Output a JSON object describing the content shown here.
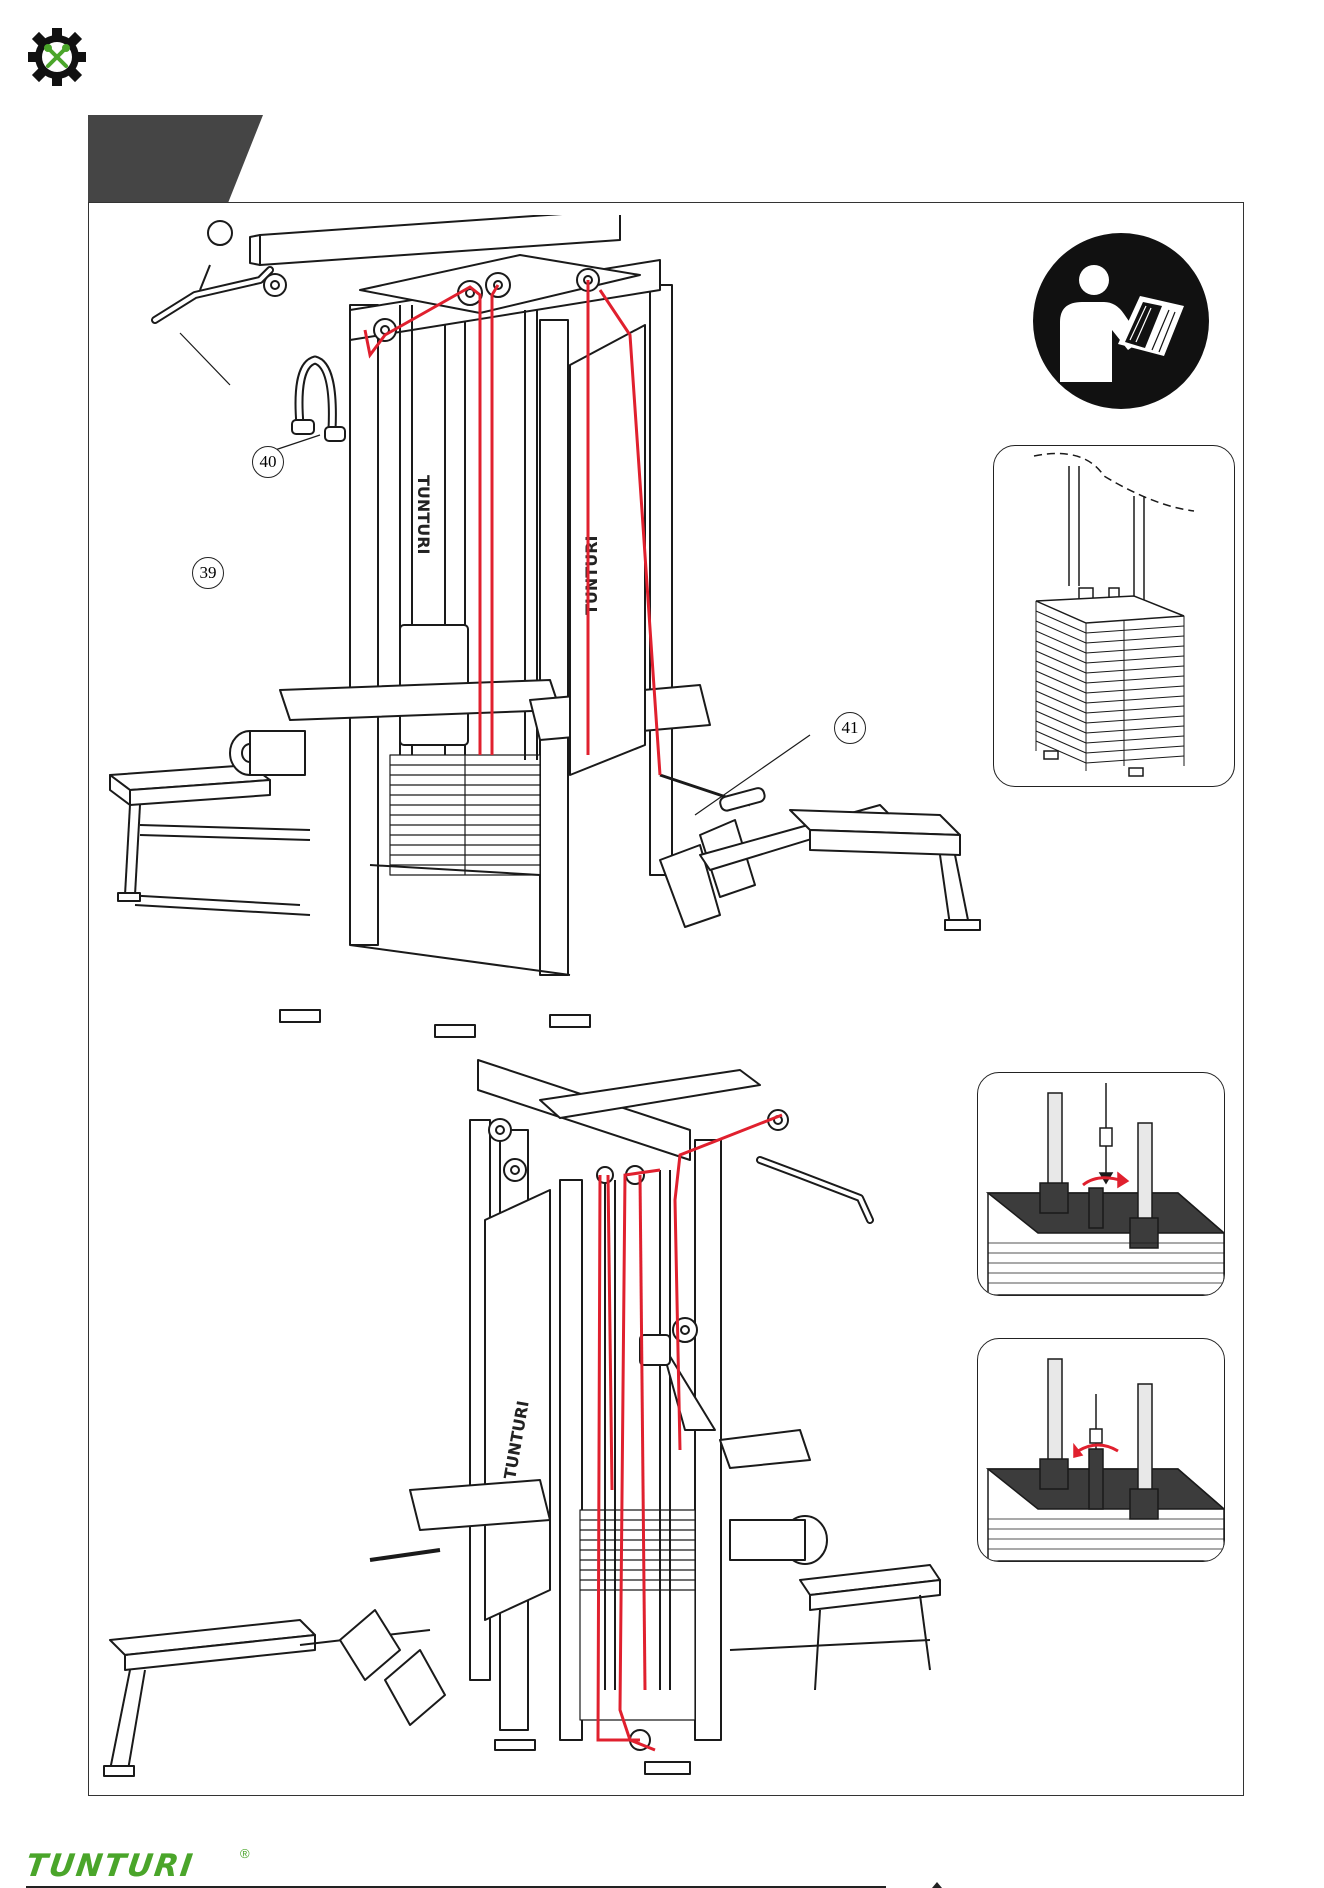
{
  "page": {
    "brand": "TUNTURI",
    "brand_mark": "®"
  },
  "header": {
    "logo_icon": "tools-gear-icon",
    "step_tab_color": "#454545"
  },
  "callouts": {
    "c40": "40",
    "c39": "39",
    "c41": "41"
  },
  "icons": {
    "manual": "read-manual-icon"
  },
  "colors": {
    "cable": "#e0202e",
    "brand": "#4aa52a",
    "frame": "#222222",
    "plate_top": "#3c3c3c"
  }
}
